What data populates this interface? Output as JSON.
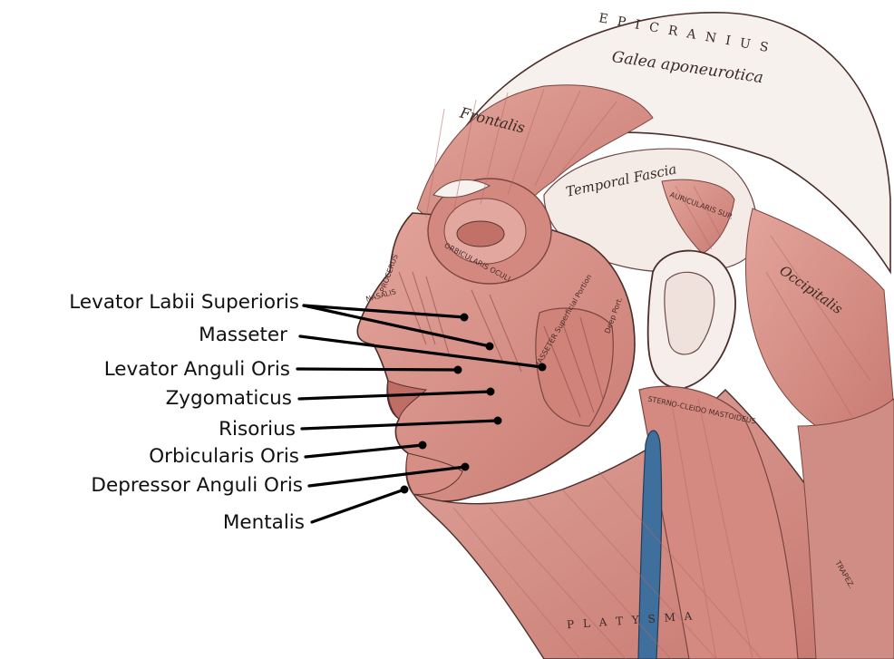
{
  "figure": {
    "callouts": [
      {
        "id": "levator-labii-superioris",
        "label": "Levator Labii Superioris"
      },
      {
        "id": "masseter",
        "label": "Masseter"
      },
      {
        "id": "levator-anguli-oris",
        "label": "Levator Anguli Oris"
      },
      {
        "id": "zygomaticus",
        "label": "Zygomaticus"
      },
      {
        "id": "risorius",
        "label": "Risorius"
      },
      {
        "id": "orbicularis-oris",
        "label": "Orbicularis Oris"
      },
      {
        "id": "depressor-anguli-oris",
        "label": "Depressor Anguli Oris"
      },
      {
        "id": "mentalis",
        "label": "Mentalis"
      }
    ],
    "engraved_labels": {
      "epicranius": "E P I C R A N I U S",
      "galea": "Galea aponeurotica",
      "frontalis": "Frontalis",
      "temporal_fascia": "Temporal Fascia",
      "occipitalis": "Occipitalis",
      "auricularis_sup": "AURICULARIS SUP.",
      "orbicularis_oculi": "ORBICULARIS OCULI",
      "masseter_superficial": "MASSETER Superficial Portion",
      "deep_portion": "Deep Port.",
      "sternocleidomastoideus": "STERNO-CLEIDO MASTOIDEUS",
      "platysma": "P L A T Y S M A",
      "trapezius": "TRAPEZ.",
      "procerus": "PROCERUS",
      "nasalis": "NASALIS"
    },
    "colors": {
      "muscle": "#d9958c",
      "muscle_dark": "#b4665e",
      "skin_outline": "#4a2e2a",
      "fascia": "#f3ece8",
      "vein": "#3f6f9c",
      "leader": "#000000",
      "label_text": "#111111"
    }
  }
}
